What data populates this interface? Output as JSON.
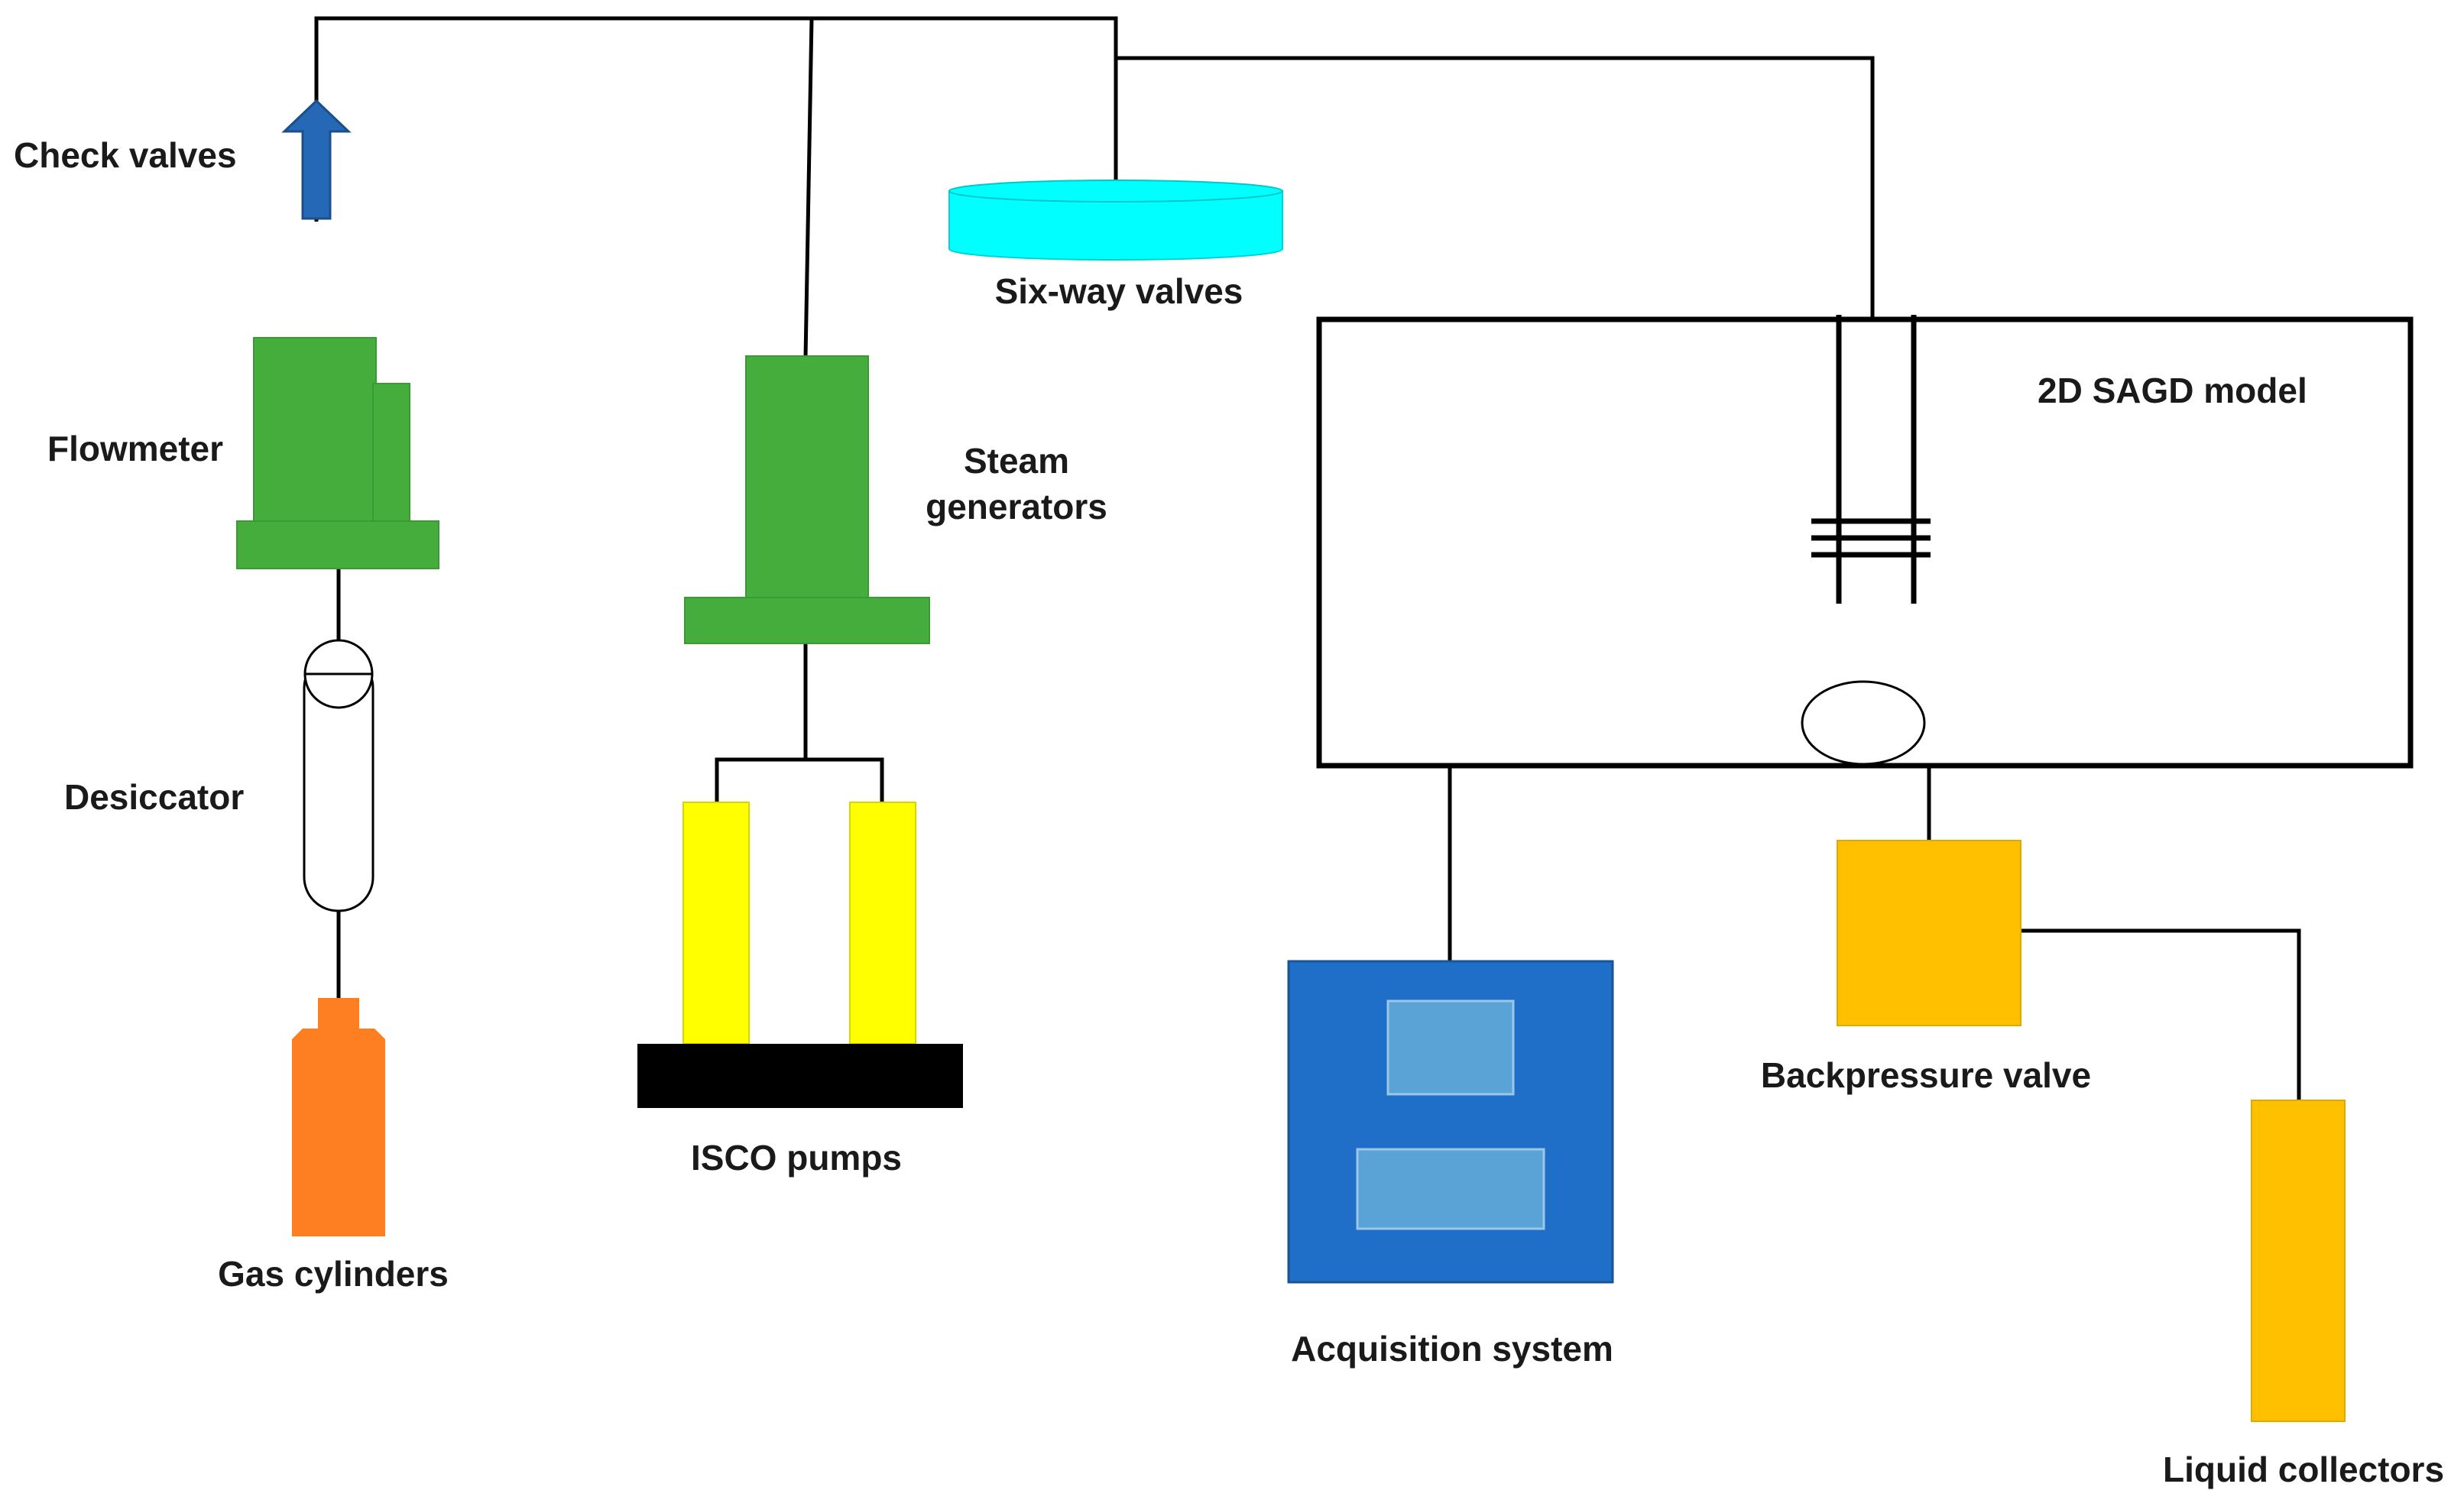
{
  "labels": {
    "check_valves": "Check valves",
    "flowmeter": "Flowmeter",
    "desiccator": "Desiccator",
    "gas_cylinders": "Gas cylinders",
    "steam_generators": "Steam generators",
    "isco_pumps": "ISCO pumps",
    "six_way_valves": "Six-way valves",
    "sagd_model": "2D SAGD model",
    "acquisition_system": "Acquisition system",
    "backpressure_valve": "Backpressure valve",
    "liquid_collectors": "Liquid collectors"
  },
  "colors": {
    "green": "#44ad3c",
    "orange": "#fd7f22",
    "yellow": "#ffff00",
    "cyan": "#00ffff",
    "blue_panel": "#1f6fc8",
    "blue_screen": "#5aa3d6",
    "amber": "#ffc000",
    "arrow_blue": "#2569b6",
    "line": "#000000"
  }
}
